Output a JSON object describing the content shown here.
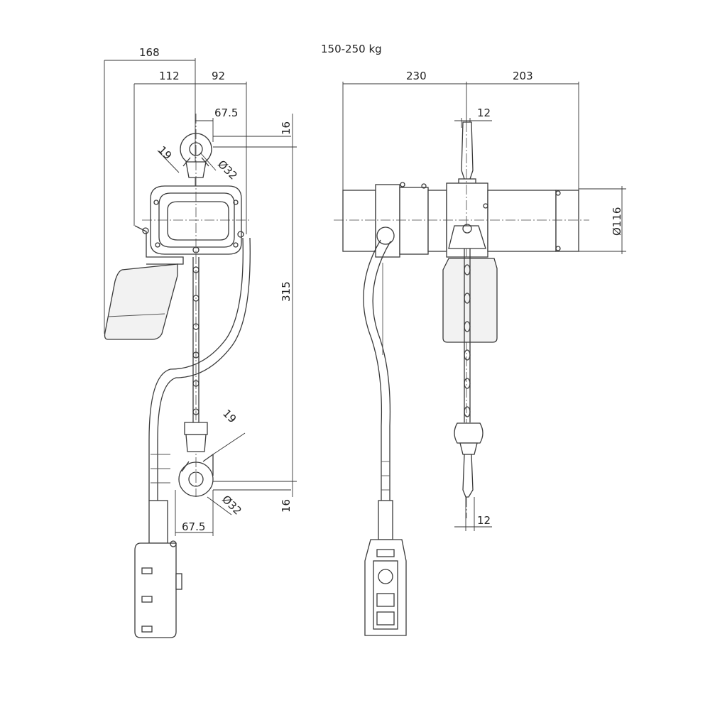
{
  "title": "150-250 kg",
  "side_view": {
    "dims": {
      "width_total": "168",
      "width_left": "112",
      "width_right": "92",
      "hook_offset_top": "67.5",
      "hook_gap_top": "16",
      "hook_throat_top": "19",
      "hook_dia_top": "Ø32",
      "height": "315",
      "hook_throat_bottom": "19",
      "hook_dia_bottom": "Ø32",
      "hook_gap_bottom": "16",
      "hook_offset_bottom": "67.5"
    }
  },
  "front_view": {
    "dims": {
      "left_length": "230",
      "right_length": "203",
      "hook_width_top": "12",
      "motor_dia": "Ø116",
      "hook_width_bottom": "12"
    }
  }
}
